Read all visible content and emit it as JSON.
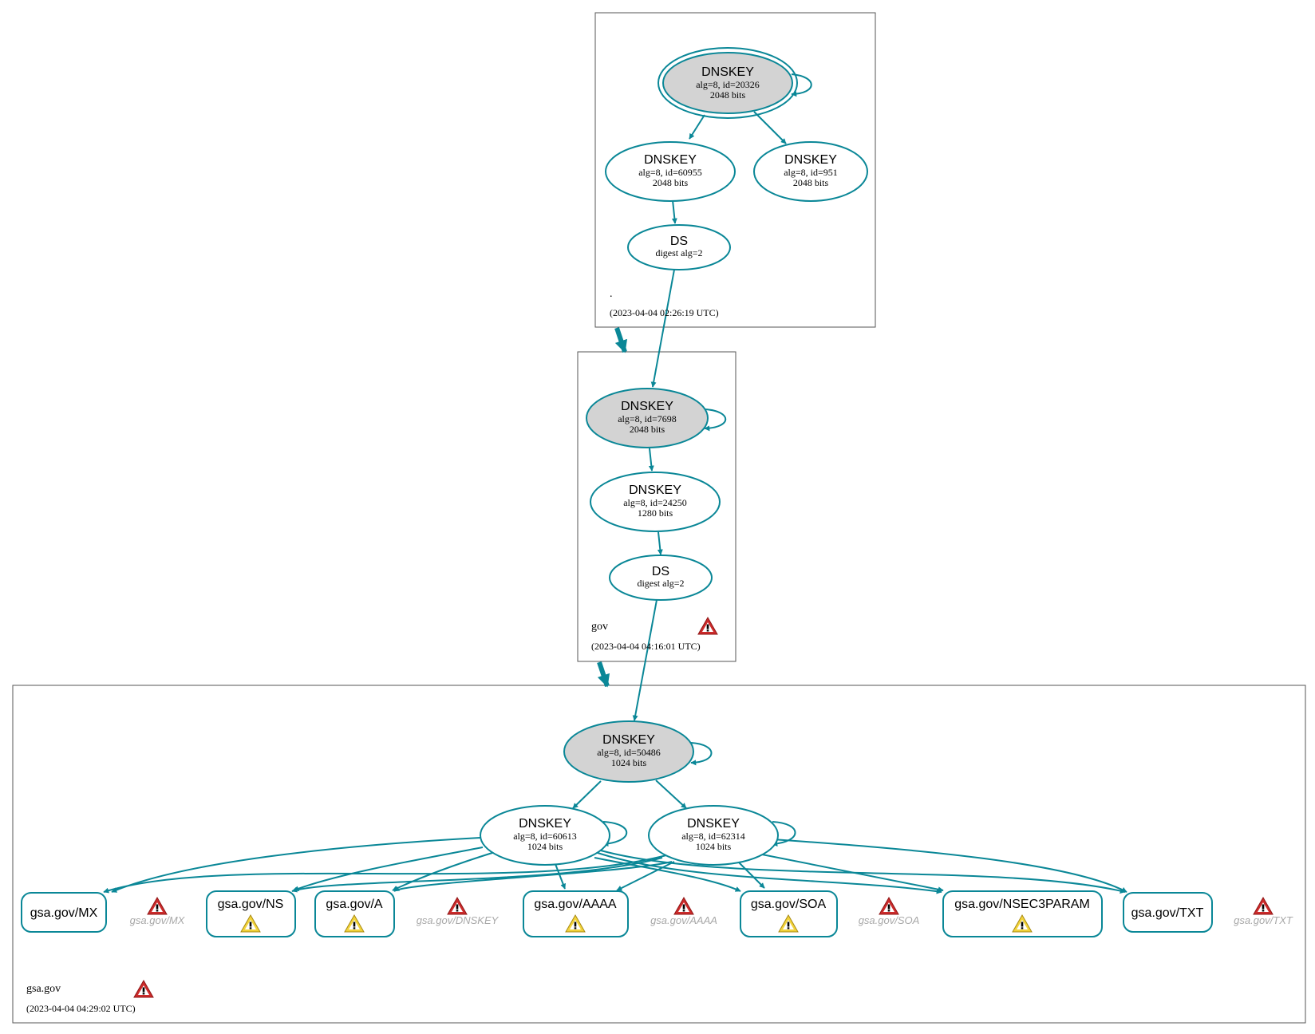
{
  "zones": [
    {
      "id": "root",
      "name": ".",
      "timestamp": "(2023-04-04 02:26:19 UTC)",
      "nodes": [
        {
          "id": "r_ksk",
          "type": "DNSKEY",
          "detail1": "alg=8, id=20326",
          "detail2": "2048 bits",
          "ksk": true,
          "trust_anchor": true
        },
        {
          "id": "r_zsk1",
          "type": "DNSKEY",
          "detail1": "alg=8, id=60955",
          "detail2": "2048 bits"
        },
        {
          "id": "r_zsk2",
          "type": "DNSKEY",
          "detail1": "alg=8, id=951",
          "detail2": "2048 bits"
        },
        {
          "id": "r_ds",
          "type": "DS",
          "detail1": "digest alg=2"
        }
      ]
    },
    {
      "id": "gov",
      "name": "gov",
      "timestamp": "(2023-04-04 04:16:01 UTC)",
      "warning": "error",
      "nodes": [
        {
          "id": "g_ksk",
          "type": "DNSKEY",
          "detail1": "alg=8, id=7698",
          "detail2": "2048 bits",
          "ksk": true
        },
        {
          "id": "g_zsk",
          "type": "DNSKEY",
          "detail1": "alg=8, id=24250",
          "detail2": "1280 bits"
        },
        {
          "id": "g_ds",
          "type": "DS",
          "detail1": "digest alg=2"
        }
      ]
    },
    {
      "id": "gsa",
      "name": "gsa.gov",
      "timestamp": "(2023-04-04 04:29:02 UTC)",
      "warning": "error",
      "nodes": [
        {
          "id": "s_ksk",
          "type": "DNSKEY",
          "detail1": "alg=8, id=50486",
          "detail2": "1024 bits",
          "ksk": true
        },
        {
          "id": "s_zsk1",
          "type": "DNSKEY",
          "detail1": "alg=8, id=60613",
          "detail2": "1024 bits"
        },
        {
          "id": "s_zsk2",
          "type": "DNSKEY",
          "detail1": "alg=8, id=62314",
          "detail2": "1024 bits"
        }
      ],
      "rrsets": [
        {
          "id": "mx",
          "label": "gsa.gov/MX"
        },
        {
          "id": "ns",
          "label": "gsa.gov/NS",
          "warning": "warning"
        },
        {
          "id": "a",
          "label": "gsa.gov/A",
          "warning": "warning"
        },
        {
          "id": "aaaa",
          "label": "gsa.gov/AAAA",
          "warning": "warning"
        },
        {
          "id": "soa",
          "label": "gsa.gov/SOA",
          "warning": "warning"
        },
        {
          "id": "nsec3param",
          "label": "gsa.gov/NSEC3PARAM",
          "warning": "warning"
        },
        {
          "id": "txt",
          "label": "gsa.gov/TXT"
        }
      ],
      "error_labels": [
        "gsa.gov/MX",
        "gsa.gov/DNSKEY",
        "gsa.gov/AAAA",
        "gsa.gov/SOA",
        "gsa.gov/TXT"
      ]
    }
  ],
  "colors": {
    "edge": "#0a8797",
    "ksk_fill": "#d3d3d3",
    "error_icon": "#cc2b2b",
    "warning_icon": "#f2d33b",
    "error_label": "#a8a8a8"
  }
}
